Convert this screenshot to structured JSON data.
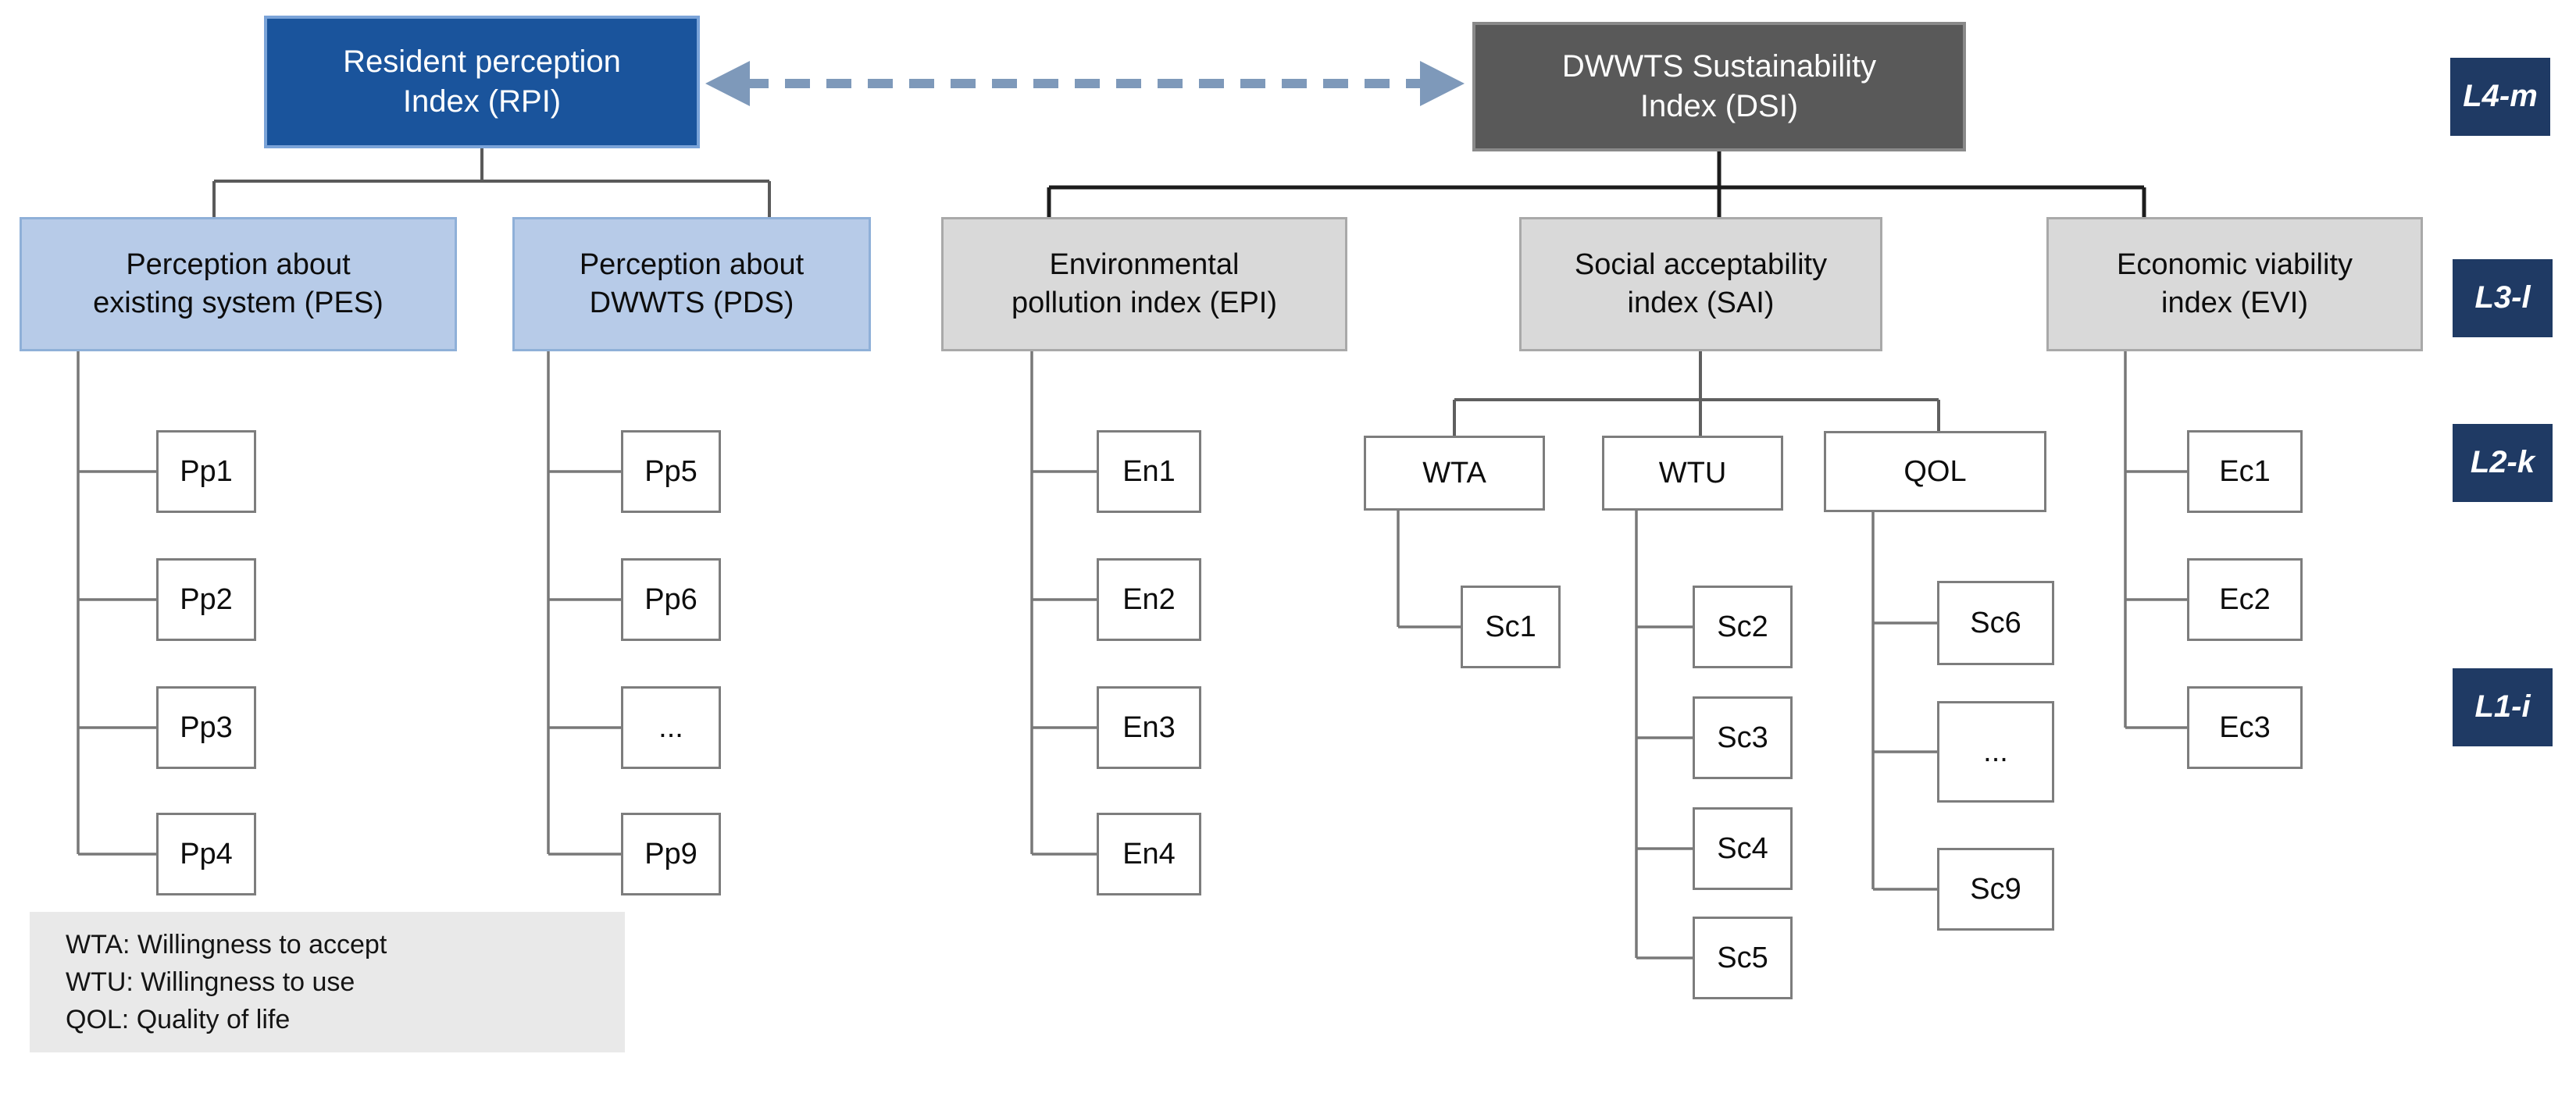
{
  "palette": {
    "root_left_fill": "#1a549c",
    "root_left_border": "#7aa3d8",
    "root_right_fill": "#595959",
    "root_right_border": "#8a8a8a",
    "level_badge_fill": "#1f3a64",
    "light_blue_fill": "#b7cbe8",
    "light_blue_border": "#8fb0d8",
    "light_gray_fill": "#d9d9d9",
    "light_gray_border": "#a9a9a9",
    "leaf_border": "#7d7d7d",
    "connector_gray": "#5a5a5a",
    "connector_dark": "#1c1c1c",
    "dashed_arrow": "#7e99ba",
    "legend_fill": "#e9e9e9"
  },
  "nodes": {
    "rpi": {
      "label": "Resident perception\nIndex (RPI)"
    },
    "dsi": {
      "label": "DWWTS Sustainability\nIndex (DSI)"
    },
    "pes": {
      "label": "Perception about\nexisting system (PES)"
    },
    "pds": {
      "label": "Perception about\nDWWTS (PDS)"
    },
    "epi": {
      "label": "Environmental\npollution index (EPI)"
    },
    "sai": {
      "label": "Social acceptability\nindex (SAI)"
    },
    "evi": {
      "label": "Economic viability\nindex (EVI)"
    },
    "wta": {
      "label": "WTA"
    },
    "wtu": {
      "label": "WTU"
    },
    "qol": {
      "label": "QOL"
    },
    "pp1": {
      "label": "Pp1"
    },
    "pp2": {
      "label": "Pp2"
    },
    "pp3": {
      "label": "Pp3"
    },
    "pp4": {
      "label": "Pp4"
    },
    "pp5": {
      "label": "Pp5"
    },
    "pp6": {
      "label": "Pp6"
    },
    "pp_dots": {
      "label": "..."
    },
    "pp9": {
      "label": "Pp9"
    },
    "en1": {
      "label": "En1"
    },
    "en2": {
      "label": "En2"
    },
    "en3": {
      "label": "En3"
    },
    "en4": {
      "label": "En4"
    },
    "sc1": {
      "label": "Sc1"
    },
    "sc2": {
      "label": "Sc2"
    },
    "sc3": {
      "label": "Sc3"
    },
    "sc4": {
      "label": "Sc4"
    },
    "sc5": {
      "label": "Sc5"
    },
    "sc6": {
      "label": "Sc6"
    },
    "qol_dots": {
      "label": "..."
    },
    "sc9": {
      "label": "Sc9"
    },
    "ec1": {
      "label": "Ec1"
    },
    "ec2": {
      "label": "Ec2"
    },
    "ec3": {
      "label": "Ec3"
    }
  },
  "level_badges": [
    {
      "label": "L4-m"
    },
    {
      "label": "L3-l"
    },
    {
      "label": "L2-k"
    },
    {
      "label": "L1-i"
    }
  ],
  "legend": {
    "lines": [
      "WTA: Willingness to accept",
      "WTU: Willingness to use",
      "QOL: Quality of life"
    ]
  }
}
